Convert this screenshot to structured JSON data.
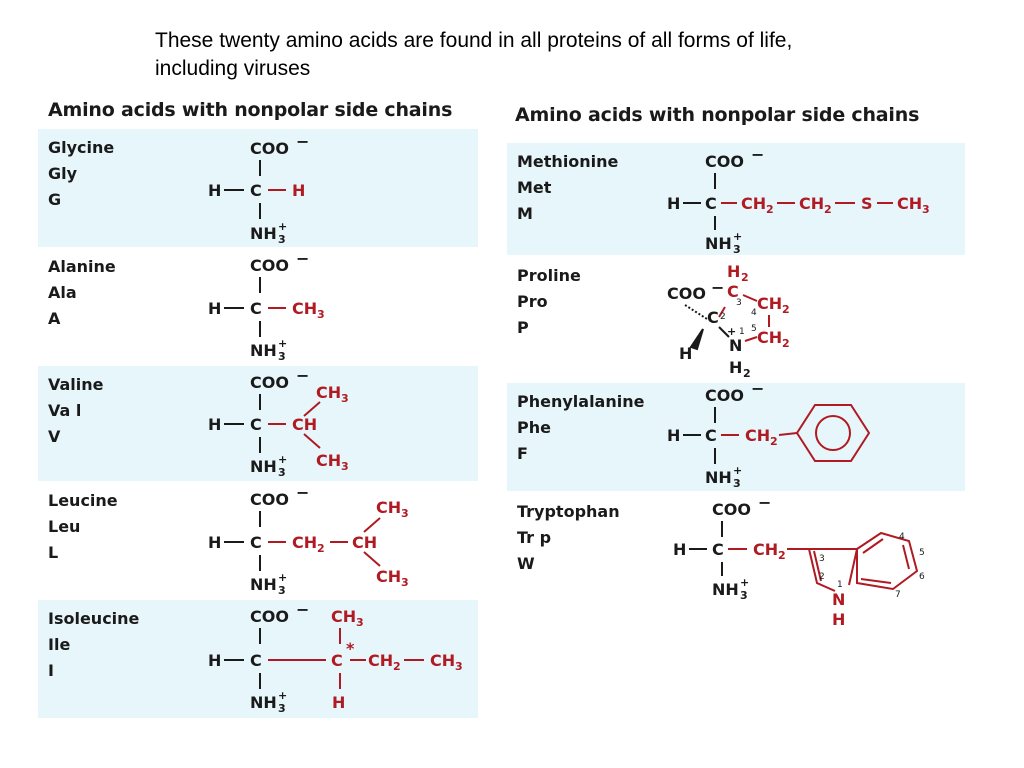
{
  "intro_text": "These  twenty amino acids are found in all proteins of all forms of life, including viruses",
  "left_title": "Amino acids with nonpolar side chains",
  "right_title": "Amino acids with nonpolar side chains",
  "colors": {
    "shade": "#e7f6fb",
    "side_chain": "#b01a22",
    "text": "#1a1a1a"
  },
  "amino_acids": [
    {
      "name": "Glycine",
      "abbr3": "Gly",
      "abbr1": "G"
    },
    {
      "name": "Alanine",
      "abbr3": "Ala",
      "abbr1": "A"
    },
    {
      "name": "Valine",
      "abbr3": "Va l",
      "abbr1": "V"
    },
    {
      "name": "Leucine",
      "abbr3": "Leu",
      "abbr1": "L"
    },
    {
      "name": "Isoleucine",
      "abbr3": "Ile",
      "abbr1": "I"
    },
    {
      "name": "Methionine",
      "abbr3": "Met",
      "abbr1": "M"
    },
    {
      "name": "Proline",
      "abbr3": "Pro",
      "abbr1": "P"
    },
    {
      "name": "Phenylalanine",
      "abbr3": "Phe",
      "abbr1": "F"
    },
    {
      "name": "Tryptophan",
      "abbr3": "Tr p",
      "abbr1": "W"
    }
  ],
  "labels": {
    "coo": "COO",
    "minus": "−",
    "h": "H",
    "c": "C",
    "nh": "NH",
    "plus": "+",
    "three": "3",
    "two": "2",
    "one": "1",
    "four": "4",
    "five": "5",
    "six": "6",
    "seven": "7",
    "ch": "CH",
    "ch2": "CH",
    "n": "N",
    "s": "S",
    "star": "*",
    "h2": "H"
  }
}
